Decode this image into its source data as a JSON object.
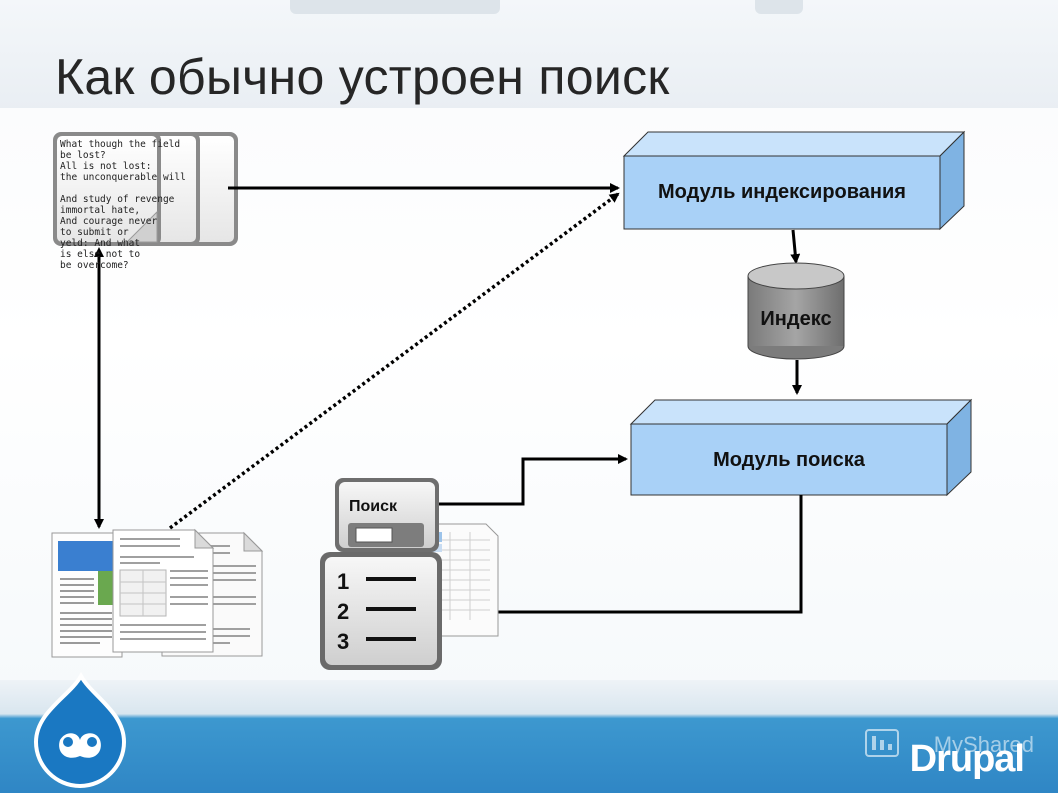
{
  "slide": {
    "title": "Как обычно устроен поиск"
  },
  "diagram": {
    "indexing_module_label": "Модуль индексирования",
    "index_label": "Индекс",
    "search_module_label": "Модуль поиска",
    "search_widget_label": "Поиск",
    "result_numbers": [
      "1",
      "2",
      "3"
    ],
    "document_text": "What though the field\nbe lost?\nAll is not lost:\nthe unconquerable will\n\nAnd study of revenge\nimmortal hate,\nAnd courage never\nto submit or\nyeld: And what\nis else not to\nbe overcome?"
  },
  "footer": {
    "brand": "Drupal",
    "watermark": "MyShared"
  },
  "colors": {
    "box_front": "#a9d1f7",
    "box_top": "#c9e3fb",
    "box_side": "#7fb3e3",
    "cylinder": "#8c8c8c",
    "footer_blue": "#2f86c5",
    "drop_blue": "#1a78c2"
  }
}
